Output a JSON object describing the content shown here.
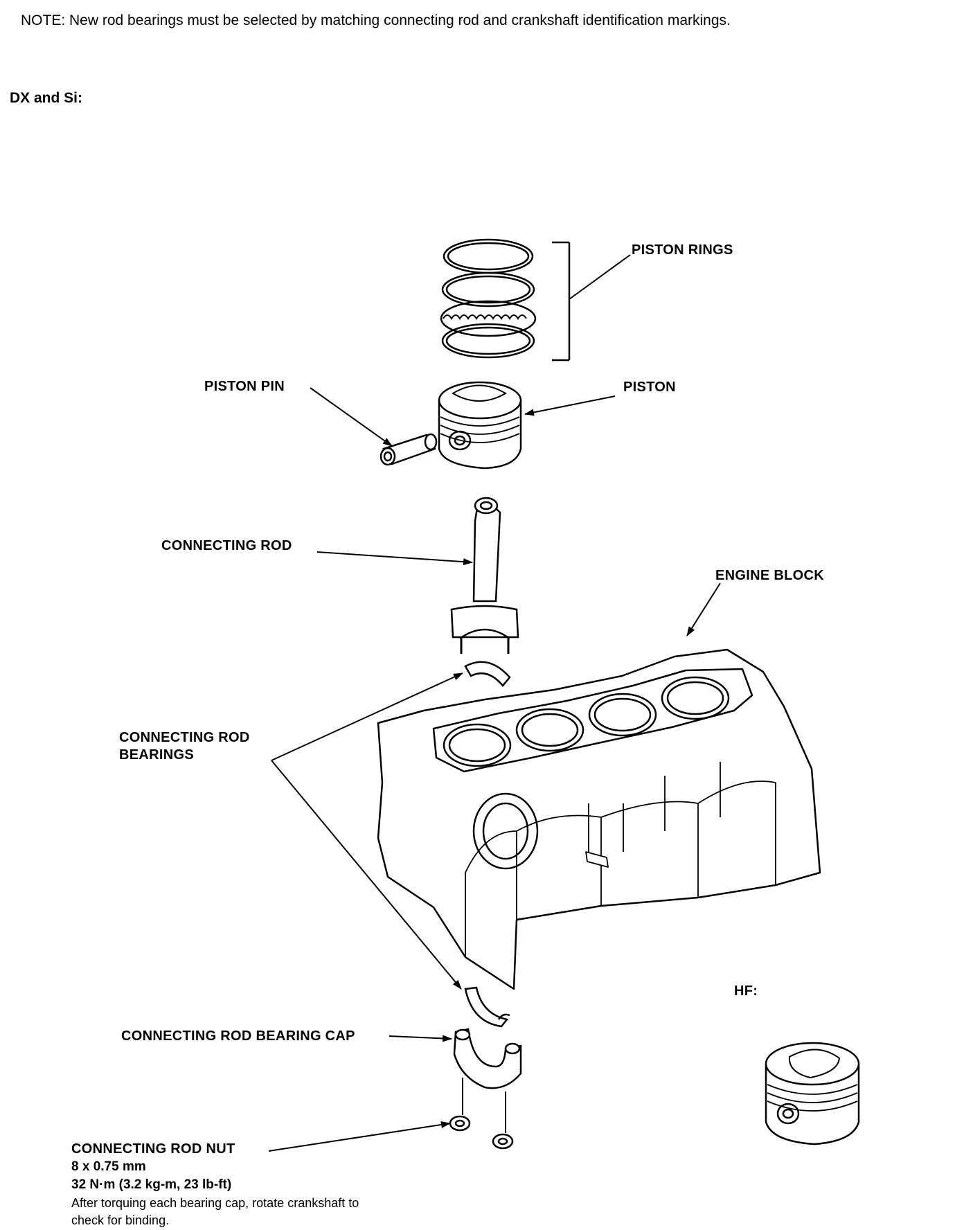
{
  "note": "NOTE: New rod bearings must be selected by matching connecting rod and crankshaft identification markings.",
  "section_dx_si": "DX and Si:",
  "section_hf": "HF:",
  "labels": {
    "piston_rings": "PISTON RINGS",
    "piston_pin": "PISTON PIN",
    "piston": "PISTON",
    "connecting_rod": "CONNECTING ROD",
    "engine_block": "ENGINE BLOCK",
    "rod_bearings_line1": "CONNECTING ROD",
    "rod_bearings_line2": "BEARINGS",
    "bearing_cap": "CONNECTING ROD BEARING CAP",
    "rod_nut": "CONNECTING ROD NUT"
  },
  "rod_nut_spec": {
    "size": "8 x 0.75 mm",
    "torque": "32 N·m (3.2 kg-m, 23 lb-ft)",
    "instruction_line1": "After torquing each bearing cap, rotate crankshaft to",
    "instruction_line2": "check for binding."
  }
}
